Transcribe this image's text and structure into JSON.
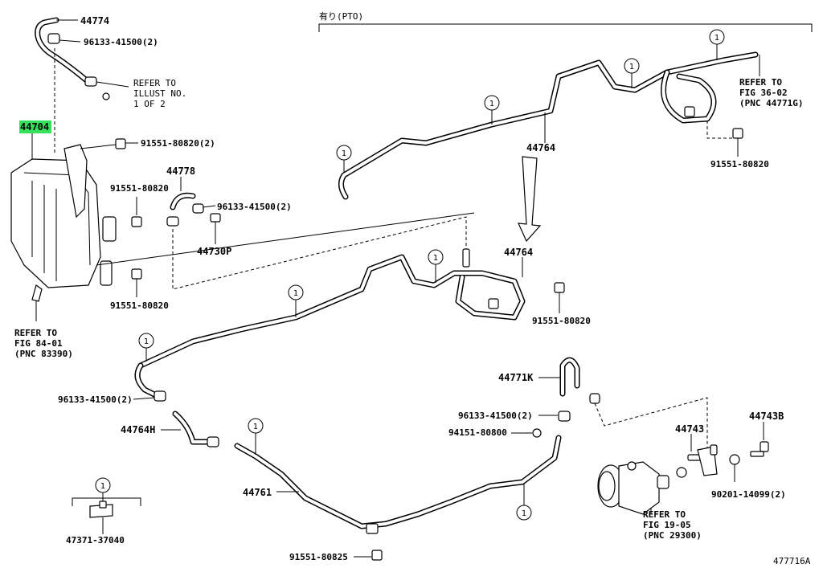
{
  "header": {
    "variant_label": "有り(PTO)",
    "figure_id": "477716A"
  },
  "markers": {
    "one": "1"
  },
  "labels": {
    "p44774": "44774",
    "p96133_41500_2_top": "96133-41500(2)",
    "refer_illust": [
      "REFER TO",
      "ILLUST NO.",
      "1 OF 2"
    ],
    "p44704": "44704",
    "p91551_80820_2": "91551-80820(2)",
    "p44778": "44778",
    "p91551_80820_a": "91551-80820",
    "p96133_41500_2_mid": "96133-41500(2)",
    "p44730p": "44730P",
    "p91551_80820_b": "91551-80820",
    "refer_84": [
      "REFER TO",
      "FIG 84-01",
      "(PNC 83390)"
    ],
    "refer_36": [
      "REFER TO",
      "FIG 36-02",
      "(PNC 44771G)"
    ],
    "p91551_80820_right": "91551-80820",
    "p44764_top": "44764",
    "p44764_mid": "44764",
    "p91551_80820_mid": "91551-80820",
    "p44771k": "44771K",
    "p96133_41500_2_left": "96133-41500(2)",
    "p44764h": "44764H",
    "p96133_41500_2_right": "96133-41500(2)",
    "p94151_80800": "94151-80800",
    "p44743": "44743",
    "p44743b": "44743B",
    "refer_19": [
      "REFER TO",
      "FIG 19-05",
      "(PNC 29300)"
    ],
    "p90201_14099_2": "90201-14099(2)",
    "p44761": "44761",
    "p91551_80825": "91551-80825",
    "p47371_37040": "47371-37040"
  }
}
